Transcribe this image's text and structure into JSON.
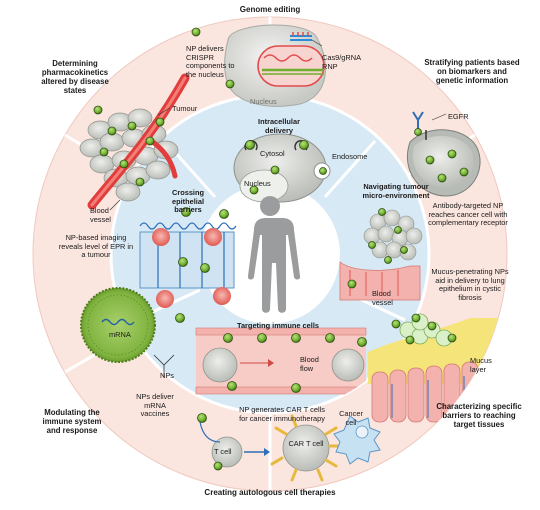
{
  "sections": {
    "genome_editing": "Genome editing",
    "pharmacokinetics": "Determining pharmacokinetics altered by disease states",
    "stratifying": "Stratifying patients based on biomarkers and genetic information",
    "modulating_immune": "Modulating the immune system and response",
    "characterizing_barriers": "Characterizing specific barriers to reaching target tissues",
    "autologous": "Creating autologous cell therapies"
  },
  "inner": {
    "intracellular": "Intracellular delivery",
    "crossing": "Crossing epithelial barriers",
    "navigating": "Navigating tumour micro-environment",
    "targeting_immune": "Targeting immune cells"
  },
  "labels": {
    "np_crispr": "NP delivers CRISPR components to the nucleus",
    "cas9": "Cas9/gRNA RNP",
    "nucleus_outer": "Nucleus",
    "tumour": "Tumour",
    "blood_vessel": "Blood vessel",
    "np_imaging": "NP-based imaging reveals level of EPR in a tumour",
    "egfr": "EGFR",
    "antibody_np": "Antibody-targeted NP reaches cancer cell with complementary receptor",
    "cytosol": "Cytosol",
    "endosome": "Endosome",
    "nucleus_inner": "Nucleus",
    "blood_vessel_2": "Blood vessel",
    "mucus_np": "Mucus-penetrating NPs aid in delivery to lung epithelium in cystic fibrosis",
    "mucus_layer": "Mucus layer",
    "mrna": "mRNA",
    "nps": "NPs",
    "np_mrna": "NPs deliver mRNA vaccines",
    "blood_flow": "Blood flow",
    "car_generates": "NP generates CAR T cells for cancer immunotherapy",
    "cancer_cell": "Cancer cell",
    "t_cell": "T cell",
    "car_t": "CAR T cell"
  },
  "colors": {
    "outer_ring": "#fbe5df",
    "inner_ring": "#d8e9f6",
    "center": "#ffffff",
    "divider": "#ffffff",
    "nanoparticle": "#6fae2f",
    "cell_grey": "#d6d8d3",
    "vessel_red": "#e23d3d",
    "epithelium_pink": "#f3b2ad",
    "mucus_yellow": "#f4e47a",
    "car_receptor": "#e6b93c",
    "cancer_cell_blue": "#c6e1f2",
    "silhouette": "#9a9c9d"
  }
}
